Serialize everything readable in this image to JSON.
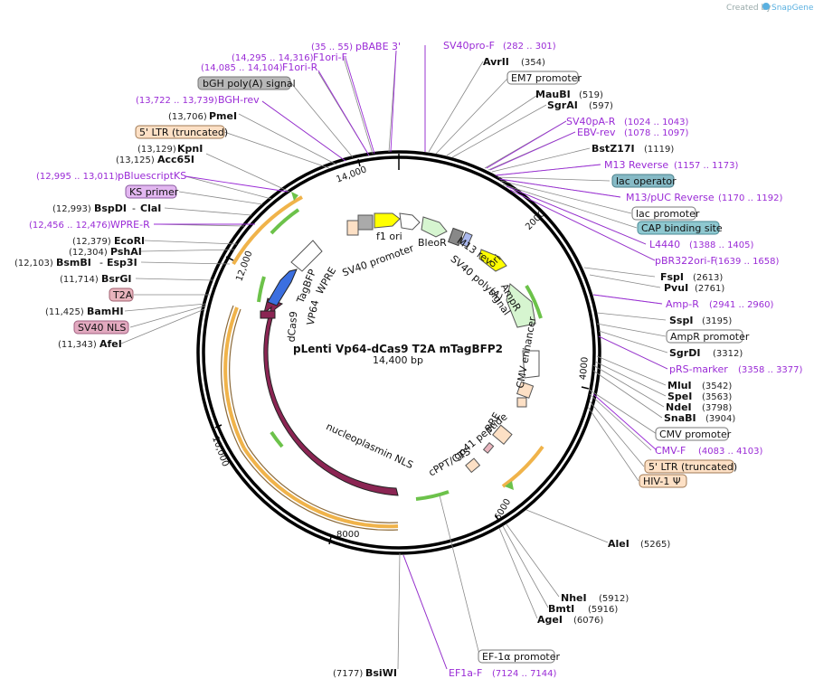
{
  "watermark": {
    "text": "Created by",
    "brand": "SnapGene"
  },
  "plasmid": {
    "name": "pLenti Vp64-dCas9 T2A mTagBFP2",
    "size_label": "14,400 bp"
  },
  "ticks": [
    "2000",
    "4000",
    "6000",
    "8000",
    "10,000",
    "12,000",
    "14,000"
  ],
  "labels": {
    "pbabe": "pBABE 3'",
    "pbabe_pos": "(35 .. 55)",
    "f1orif": "F1ori-F",
    "f1orif_pos": "(14,295 .. 14,316)",
    "f1orir": "F1ori-R",
    "f1orir_pos": "(14,085 .. 14,104)",
    "bgh_box": "bGH poly(A) signal",
    "bghrev": "BGH-rev",
    "bghrev_pos": "(13,722 .. 13,739)",
    "pmei": "PmeI",
    "pmei_pos": "(13,706)",
    "ltr_box": "5' LTR (truncated)",
    "kpni": "KpnI",
    "kpni_pos": "(13,129)",
    "acc65i": "Acc65I",
    "acc65i_pos": "(13,125)",
    "pbks": "pBluescriptKS",
    "pbks_pos": "(12,995 .. 13,011)",
    "ks_box": "KS primer",
    "bspdi": "BspDI",
    "clai": "ClaI",
    "bspdi_pos": "(12,993)",
    "wprer": "WPRE-R",
    "wprer_pos": "(12,456 .. 12,476)",
    "ecori": "EcoRI",
    "ecori_pos": "(12,379)",
    "pshai": "PshAI",
    "pshai_pos": "(12,304)",
    "bsmbi": "BsmBI",
    "esp3i": "Esp3I",
    "bsmbi_pos": "(12,103)",
    "bsrgi": "BsrGI",
    "bsrgi_pos": "(11,714)",
    "t2a_box": "T2A",
    "bamhi": "BamHI",
    "bamhi_pos": "(11,425)",
    "sv40nls_box": "SV40 NLS",
    "afei": "AfeI",
    "afei_pos": "(11,343)",
    "sv40prof": "SV40pro-F",
    "sv40prof_pos": "(282 .. 301)",
    "avrii": "AvrII",
    "avrii_pos": "(354)",
    "em7_box": "EM7 promoter",
    "maubi": "MauBI",
    "maubi_pos": "(519)",
    "sgrai": "SgrAI",
    "sgrai_pos": "(597)",
    "sv40par": "SV40pA-R",
    "sv40par_pos": "(1024 .. 1043)",
    "ebvrev": "EBV-rev",
    "ebvrev_pos": "(1078 .. 1097)",
    "bstz17i": "BstZ17I",
    "bstz17i_pos": "(1119)",
    "m13rev": "M13 Reverse",
    "m13rev_pos": "(1157 .. 1173)",
    "lacop_box": "lac operator",
    "m13puc": "M13/pUC Reverse",
    "m13puc_pos": "(1170 .. 1192)",
    "lacprom_box": "lac promoter",
    "cap_box": "CAP binding site",
    "l4440": "L4440",
    "l4440_pos": "(1388 .. 1405)",
    "pbr322": "pBR322ori-F",
    "pbr322_pos": "(1639 .. 1658)",
    "fspi": "FspI",
    "fspi_pos": "(2613)",
    "pvui": "PvuI",
    "pvui_pos": "(2761)",
    "ampr_primer": "Amp-R",
    "ampr_primer_pos": "(2941 .. 2960)",
    "sspi": "SspI",
    "sspi_pos": "(3195)",
    "amprprom_box": "AmpR promoter",
    "sgrdi": "SgrDI",
    "sgrdi_pos": "(3312)",
    "prs": "pRS-marker",
    "prs_pos": "(3358 .. 3377)",
    "mlui": "MluI",
    "mlui_pos": "(3542)",
    "spei": "SpeI",
    "spei_pos": "(3563)",
    "ndei": "NdeI",
    "ndei_pos": "(3798)",
    "snabi": "SnaBI",
    "snabi_pos": "(3904)",
    "cmvprom_box": "CMV promoter",
    "cmvf": "CMV-F",
    "cmvf_pos": "(4083 .. 4103)",
    "ltr2_box": "5' LTR (truncated)",
    "hiv_box": "HIV-1 Ψ",
    "alei": "AleI",
    "alei_pos": "(5265)",
    "nhei": "NheI",
    "nhei_pos": "(5912)",
    "bmti": "BmtI",
    "bmti_pos": "(5916)",
    "agei": "AgeI",
    "agei_pos": "(6076)",
    "ef1a_box": "EF-1α promoter",
    "bsiwi": "BsiWI",
    "bsiwi_pos": "(7177)",
    "ef1af": "EF1a-F",
    "ef1af_pos": "(7124 .. 7144)"
  },
  "features": {
    "f1ori": "f1 ori",
    "bleor": "BleoR",
    "sv40prom": "SV40 promoter",
    "m13rev": "M13 rev",
    "ori": "ori",
    "sv40polya": "SV40 poly(A)",
    "signal": "signal",
    "ampr": "AmpR",
    "cmvenh": "CMV enhancer",
    "rre": "RRE",
    "gp41": "gp41 peptide",
    "cppt": "cPPT/CTS",
    "nucleoplasmin": "nucleoplasmin NLS",
    "dcas9": "dCas9",
    "vp64": "VP64",
    "tagbfp": "TagBFP",
    "wpre": "WPRE"
  },
  "colors": {
    "enzyme": "#111111",
    "primer": "#9a2bd6",
    "orange_feature": "#f0b34a",
    "green_feature": "#6cc24a",
    "dcas9": "#8b2553",
    "tagbfp": "#3b6fe0",
    "f1ori": "#ffff00",
    "promoter_box": "#ffffff",
    "ltr_box": "#fde0c5",
    "bgh_box": "#b8b8b8",
    "ks_box": "#e2b7f0",
    "t2a_box": "#e8b4bd",
    "sv40nls_box": "#e2a9bf",
    "lac_box": "#86bac6",
    "cap_box": "#8ec8d0"
  }
}
